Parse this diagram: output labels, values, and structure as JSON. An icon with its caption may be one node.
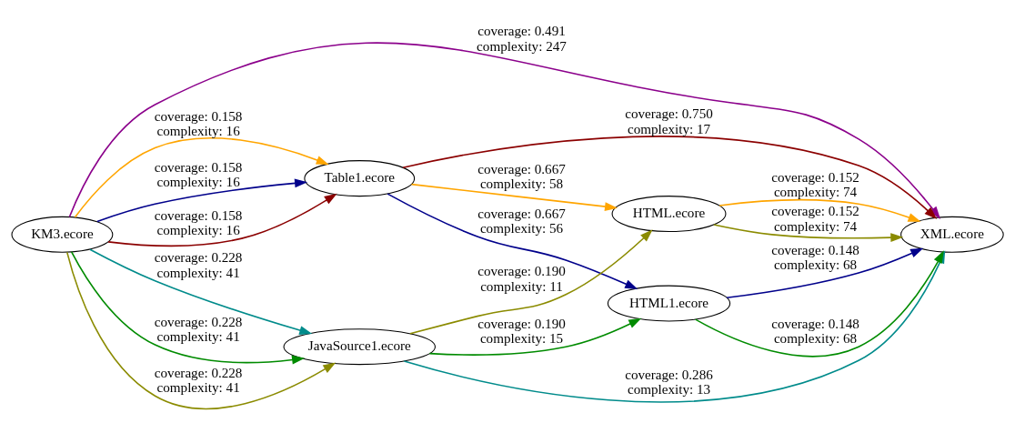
{
  "diagram": {
    "nodes": [
      {
        "text": [
          "KM3.ecore"
        ]
      },
      {
        "text": [
          "Table1.ecore"
        ]
      },
      {
        "text": [
          "JavaSource1.ecore"
        ]
      },
      {
        "text": [
          "HTML1.ecore"
        ]
      },
      {
        "text": [
          "HTML.ecore"
        ]
      },
      {
        "text": [
          "XML.ecore"
        ]
      }
    ],
    "edges": [
      {
        "from": 0,
        "to": 5,
        "arrow": "to",
        "label": "coverage: 0.491 complexity: 247",
        "color": "#8b008b"
      },
      {
        "from": 0,
        "to": 1,
        "arrow": "to",
        "label": "coverage: 0.158 complexity: 16",
        "color": "#ffa500"
      },
      {
        "from": 0,
        "to": 1,
        "arrow": "to",
        "label": "coverage: 0.158 complexity: 16",
        "color": "#00008b"
      },
      {
        "from": 0,
        "to": 1,
        "arrow": "to",
        "label": "coverage: 0.158 complexity: 16",
        "color": "#8b0000"
      },
      {
        "from": 0,
        "to": 2,
        "arrow": "to",
        "label": "coverage: 0.228 complexity: 41",
        "color": "#008b8b"
      },
      {
        "from": 0,
        "to": 2,
        "arrow": "to",
        "label": "coverage: 0.228 complexity: 41",
        "color": "#008b00"
      },
      {
        "from": 0,
        "to": 2,
        "arrow": "to",
        "label": "coverage: 0.228 complexity: 41",
        "color": "#8b8b00"
      },
      {
        "from": 1,
        "to": 5,
        "arrow": "to",
        "label": "coverage: 0.750 complexity: 17",
        "color": "#8b0000"
      },
      {
        "from": 1,
        "to": 3,
        "arrow": "to",
        "label": "coverage: 0.667 complexity: 56",
        "color": "#00008b"
      },
      {
        "from": 1,
        "to": 4,
        "arrow": "to",
        "label": "coverage: 0.667 complexity: 58",
        "color": "#ffa500"
      },
      {
        "from": 2,
        "to": 3,
        "arrow": "to",
        "label": "coverage: 0.190 complexity: 15",
        "color": "#008b00"
      },
      {
        "from": 2,
        "to": 4,
        "arrow": "to",
        "label": "coverage: 0.190 complexity: 11",
        "color": "#8b8b00"
      },
      {
        "from": 2,
        "to": 5,
        "arrow": "to",
        "label": "coverage: 0.286 complexity: 13",
        "color": "#008b8b"
      },
      {
        "from": 3,
        "to": 5,
        "arrow": "to",
        "label": "coverage: 0.148 complexity: 68",
        "color": "#008b00"
      },
      {
        "from": 3,
        "to": 5,
        "arrow": "to",
        "label": "coverage: 0.148 complexity: 68",
        "color": "#00008b"
      },
      {
        "from": 4,
        "to": 5,
        "arrow": "to",
        "label": "coverage: 0.152 complexity: 74",
        "color": "#8b8b00"
      },
      {
        "from": 4,
        "to": 5,
        "arrow": "to",
        "label": "coverage: 0.152 complexity: 74",
        "color": "#ffa500"
      }
    ]
  }
}
